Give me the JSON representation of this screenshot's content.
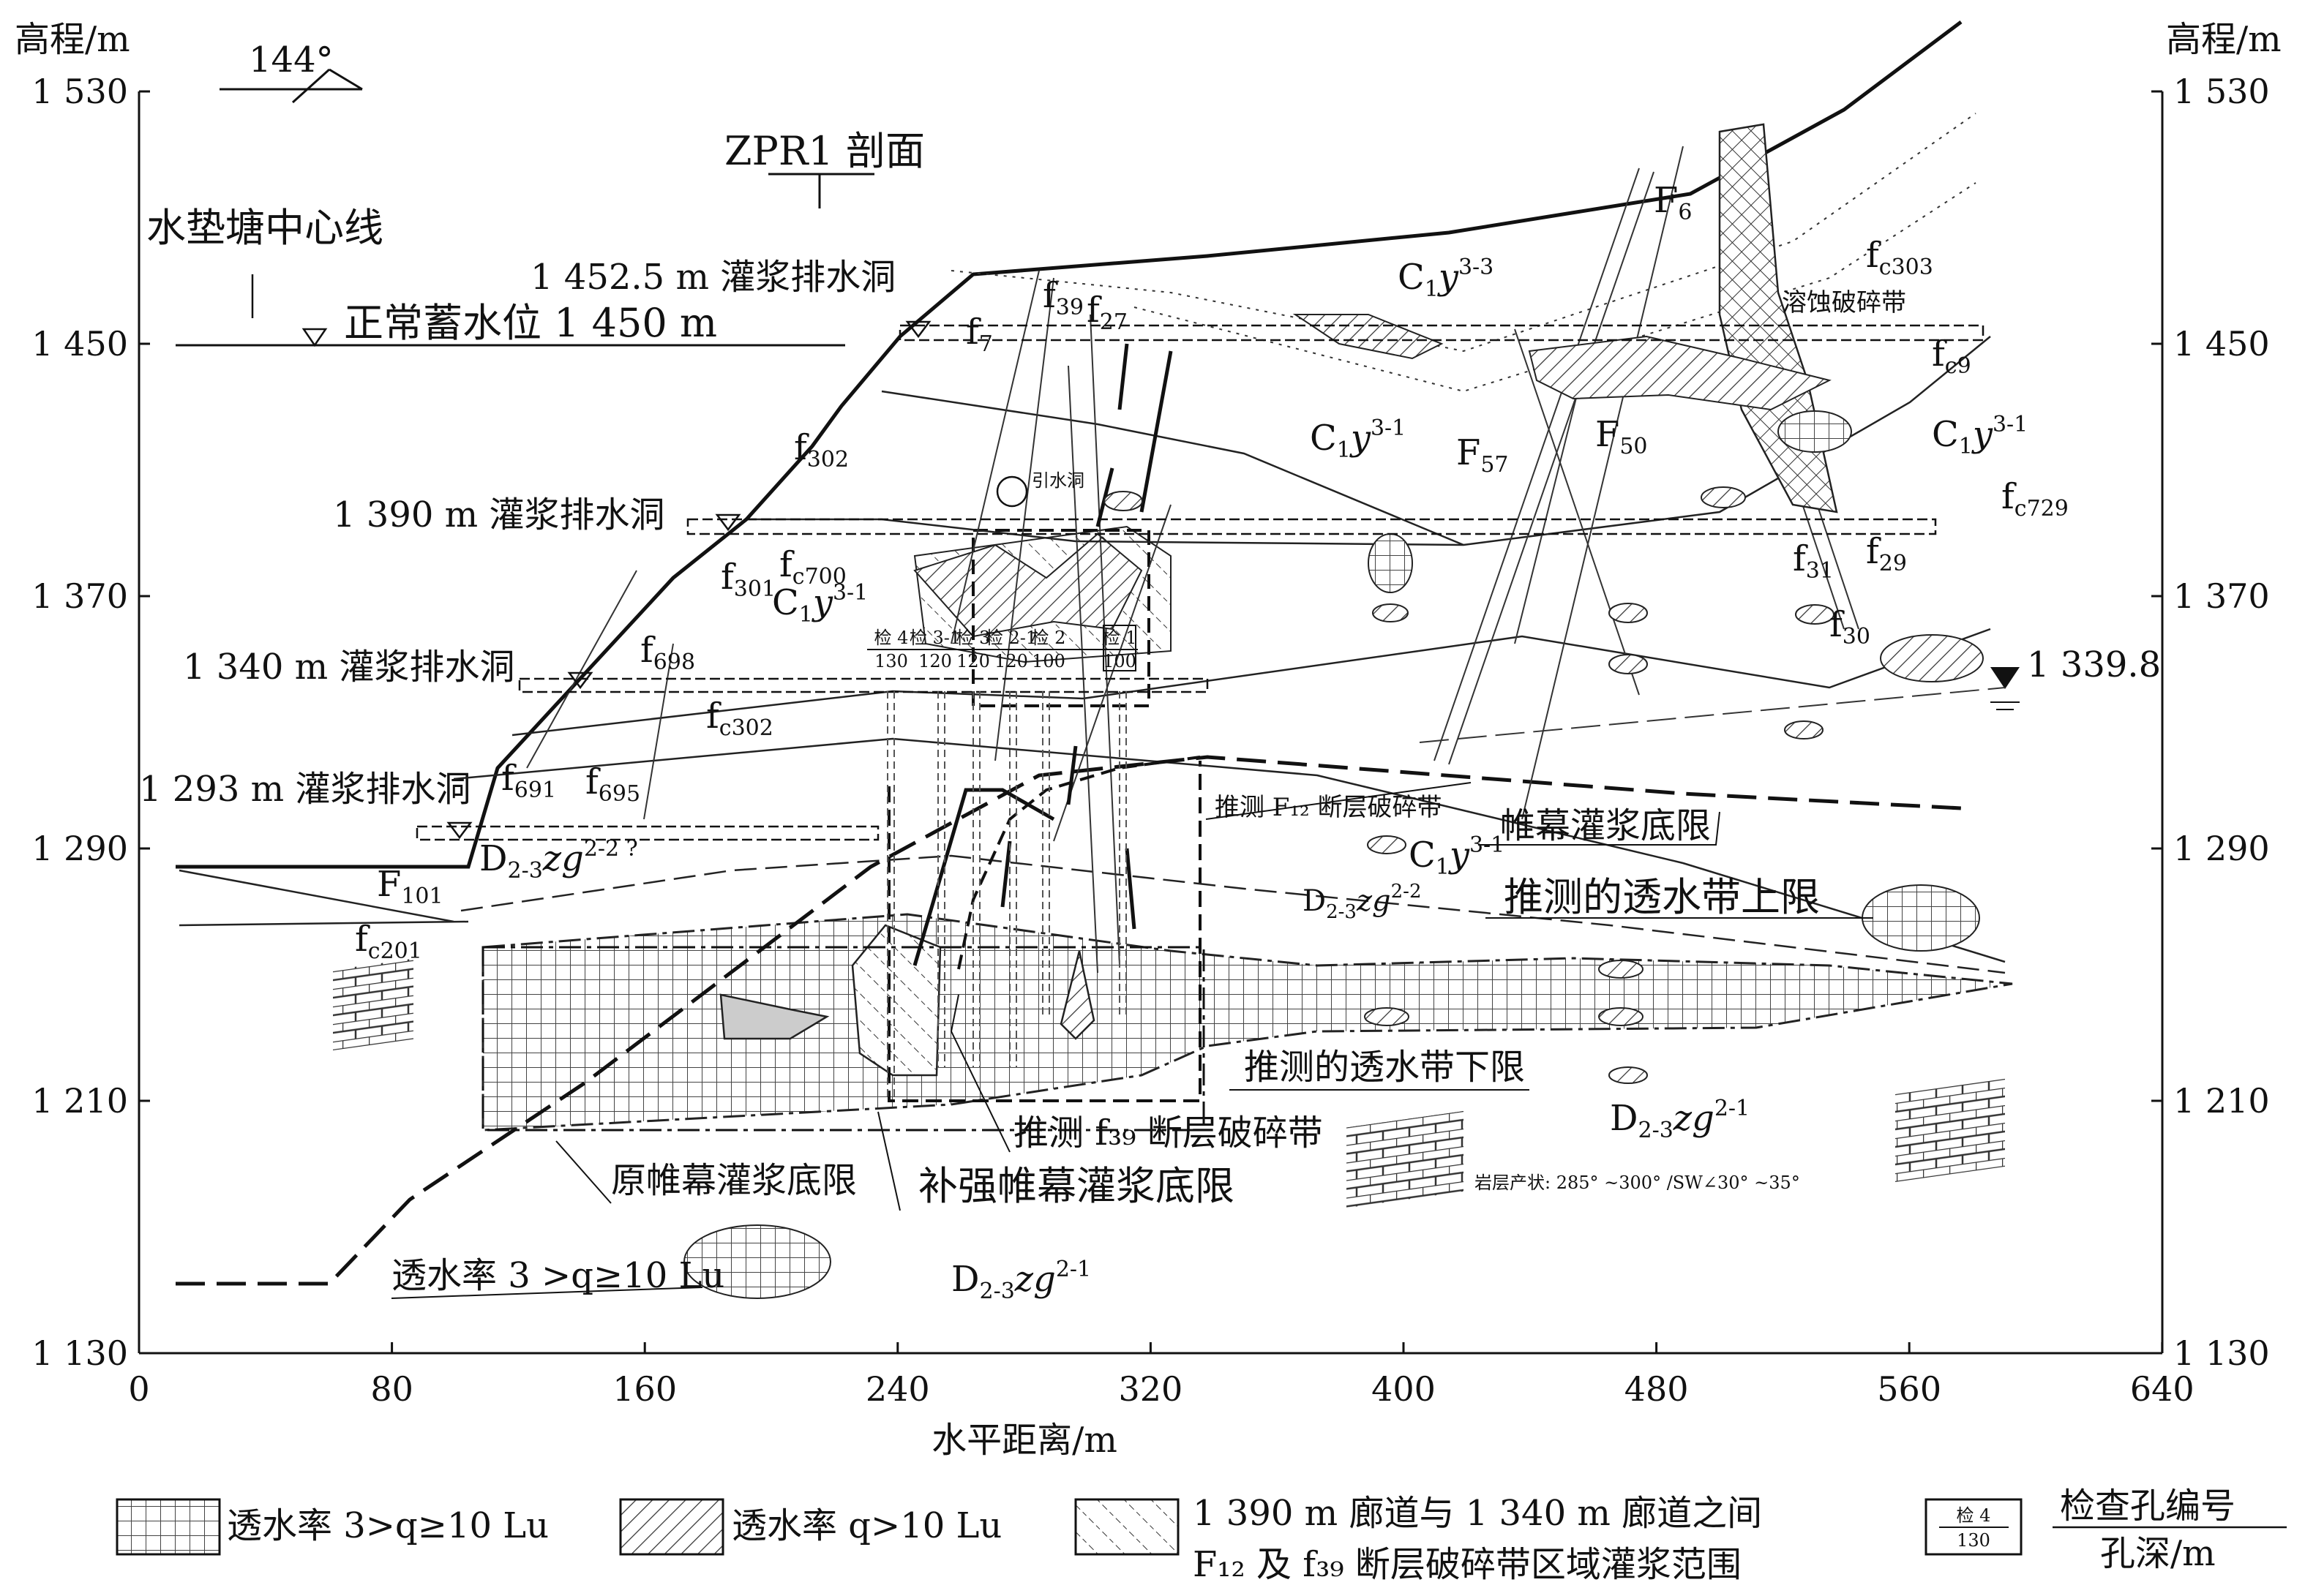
{
  "axes": {
    "y_title_left": "高程/m",
    "y_title_right": "高程/m",
    "x_title": "水平距离/m",
    "y_ticks": [
      "1 530",
      "1 450",
      "1 370",
      "1 290",
      "1 210",
      "1 130"
    ],
    "x_ticks": [
      "0",
      "80",
      "160",
      "240",
      "320",
      "400",
      "480",
      "560",
      "640"
    ]
  },
  "orientation": {
    "bearing": "144°"
  },
  "section": {
    "name": "ZPR1 剖面"
  },
  "labels": {
    "dam_center": "水垫塘中心线",
    "normal_pool": "正常蓄水位 1 450 m",
    "gallery_1452": "1 452.5 m 灌浆排水洞",
    "gallery_1390": "1 390 m 灌浆排水洞",
    "gallery_1340": "1 340 m 灌浆排水洞",
    "gallery_1293": "1 293 m 灌浆排水洞",
    "water_level": "1 339.8",
    "intake_tunnel": "引水洞",
    "karst_zone": "溶蚀破碎带",
    "f12_zone": "推测 F₁₂ 断层破碎带",
    "curtain_bottom": "帷幕灌浆底限",
    "permeable_upper": "推测的透水带上限",
    "permeable_lower": "推测的透水带下限",
    "f39_zone": "推测 f₃₉ 断层破碎带",
    "orig_curtain": "原帷幕灌浆底限",
    "reinforced_curtain": "补强帷幕灌浆底限",
    "bedding": "岩层产状: 285° ~300° /SW∠30° ~35°",
    "permeability_callout": "透水率 3 >q≥10 Lu"
  },
  "inspection_holes": [
    {
      "id": "检 4",
      "depth": "130"
    },
    {
      "id": "检 3-1",
      "depth": "120"
    },
    {
      "id": "检 3",
      "depth": "120"
    },
    {
      "id": "检 2-1",
      "depth": "120"
    },
    {
      "id": "检 2",
      "depth": "100"
    },
    {
      "id": "检 1",
      "depth": "100"
    }
  ],
  "legend": {
    "grid": "透水率 3>q≥10 Lu",
    "hatch": "透水率 q>10 Lu",
    "dashed_hatch_line1": "1 390 m 廊道与 1 340 m 廊道之间",
    "dashed_hatch_line2": "F₁₂ 及 f₃₉ 断层破碎带区域灌浆范围",
    "hole_example_id": "检 4",
    "hole_example_depth": "130",
    "hole_key_top": "检查孔编号",
    "hole_key_bottom": "孔深/m"
  }
}
